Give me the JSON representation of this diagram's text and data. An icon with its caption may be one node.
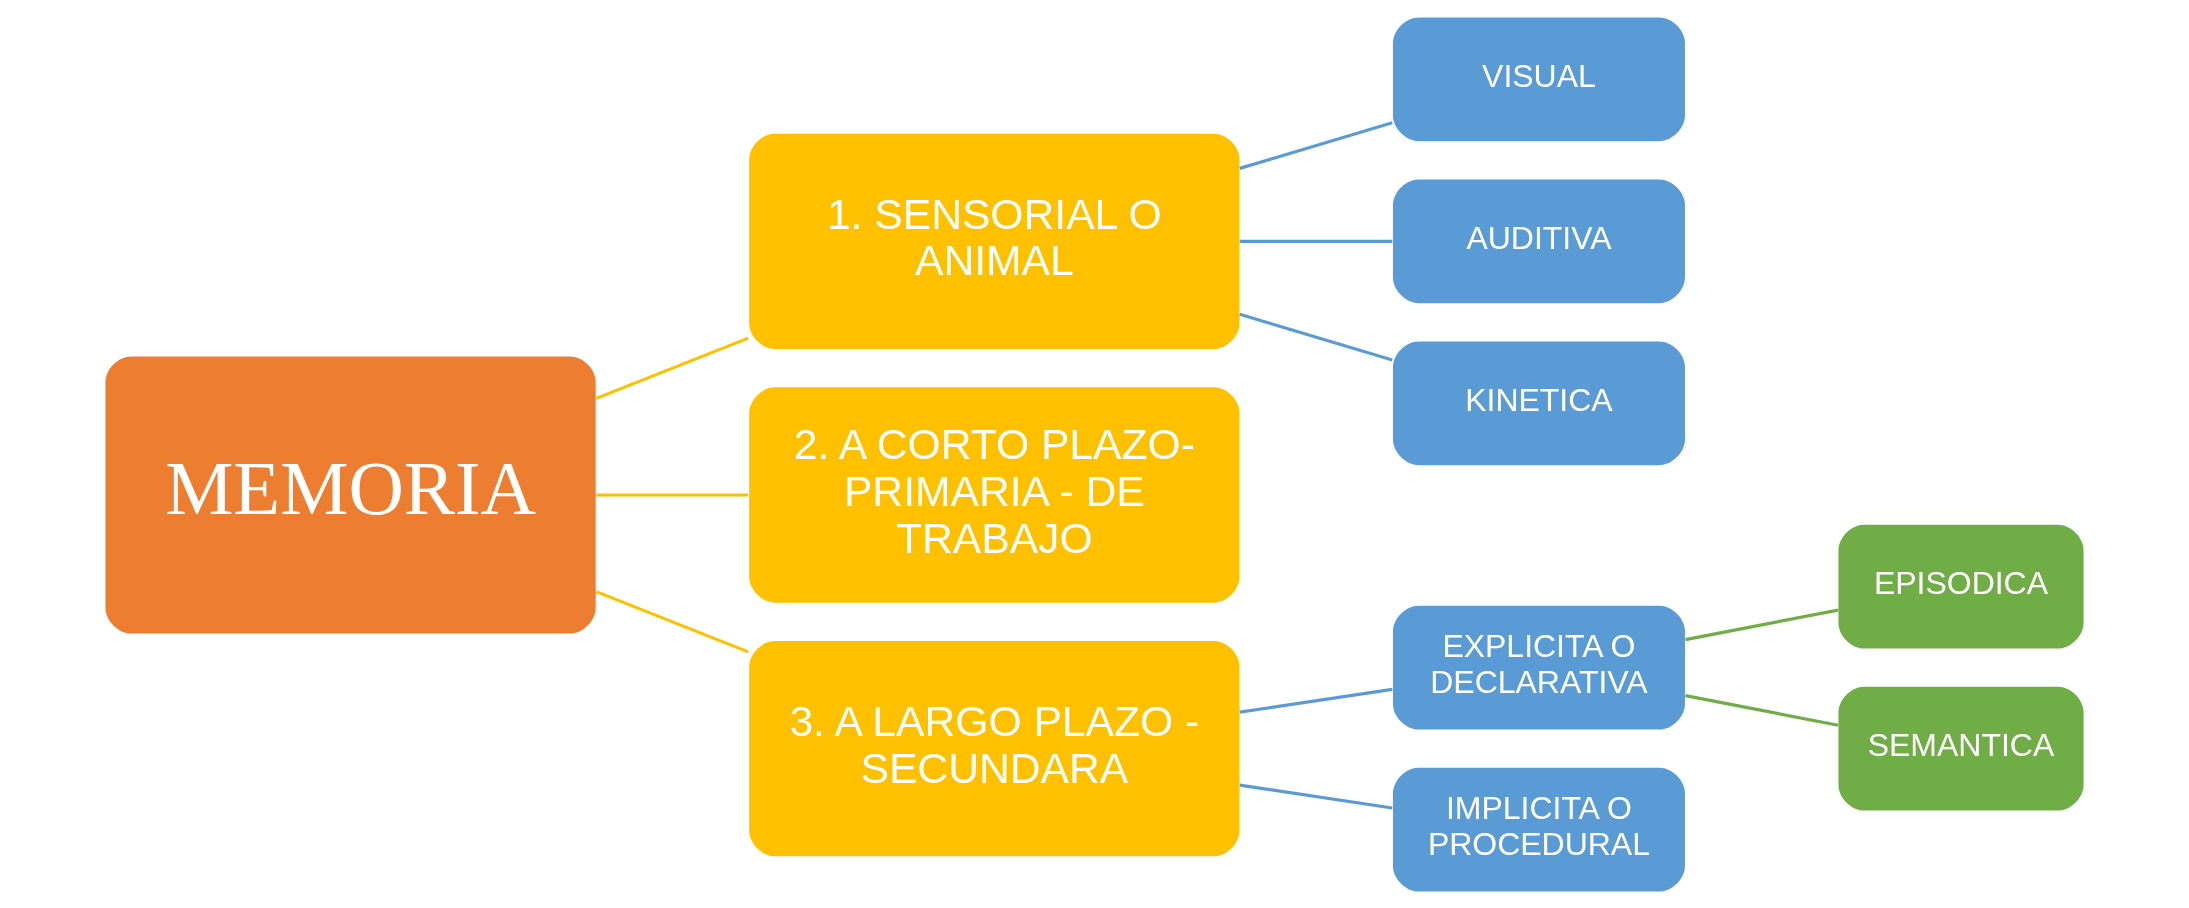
{
  "diagram": {
    "nodes": [
      {
        "text": [
          "MEMORIA"
        ]
      },
      {
        "text": [
          "1. SENSORIAL O ANIMAL"
        ]
      },
      {
        "text": [
          "2. A CORTO PLAZO- PRIMARIA - DE TRABAJO"
        ]
      },
      {
        "text": [
          "3. A LARGO PLAZO - SECUNDARA"
        ]
      },
      {
        "text": [
          "VISUAL"
        ]
      },
      {
        "text": [
          "AUDITIVA"
        ]
      },
      {
        "text": [
          "KINETICA"
        ]
      },
      {
        "text": [
          "EXPLICITA O DECLARATIVA"
        ]
      },
      {
        "text": [
          "IMPLICITA O PROCEDURAL"
        ]
      },
      {
        "text": [
          "EPISODICA"
        ]
      },
      {
        "text": [
          "SEMANTICA"
        ]
      }
    ],
    "edges": [
      {
        "from": 0,
        "to": 1,
        "arrow": "none",
        "color": "#ffc000"
      },
      {
        "from": 0,
        "to": 2,
        "arrow": "none",
        "color": "#ffc000"
      },
      {
        "from": 0,
        "to": 3,
        "arrow": "none",
        "color": "#ffc000"
      },
      {
        "from": 1,
        "to": 4,
        "arrow": "none"
      },
      {
        "from": 1,
        "to": 5,
        "arrow": "none"
      },
      {
        "from": 1,
        "to": 6,
        "arrow": "none"
      },
      {
        "from": 3,
        "to": 7,
        "arrow": "none"
      },
      {
        "from": 3,
        "to": 8,
        "arrow": "none"
      },
      {
        "from": 7,
        "to": 9,
        "arrow": "none",
        "color": "#70ad47"
      },
      {
        "from": 7,
        "to": 10,
        "arrow": "none",
        "color": "#70ad47"
      }
    ]
  }
}
